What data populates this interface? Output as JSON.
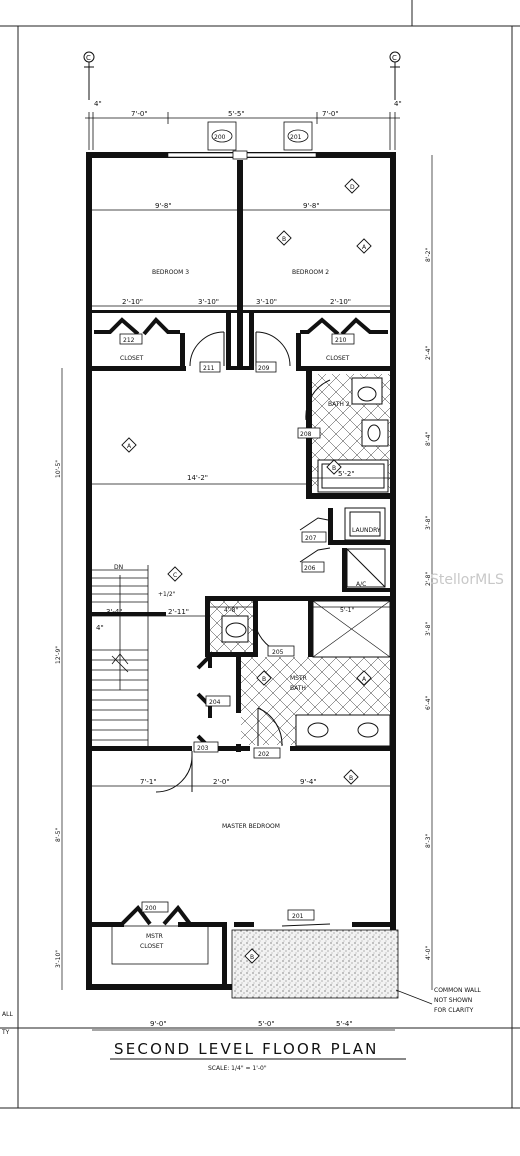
{
  "title": "SECOND LEVEL FLOOR PLAN",
  "scale": "SCALE: 1/4\" = 1'-0\"",
  "watermark": "StellorMLS",
  "section_marker": "C",
  "rooms": {
    "bedroom3": "BEDROOM 3",
    "bedroom2": "BEDROOM 2",
    "closet_left": "CLOSET",
    "closet_right": "CLOSET",
    "bath2": "BATH 2",
    "laundry": "LAUNDRY",
    "ac": "A/C",
    "mstr_bath_1": "MSTR",
    "mstr_bath_2": "BATH",
    "master_bedroom": "MASTER BEDROOM",
    "mstr_closet_1": "MSTR",
    "mstr_closet_2": "CLOSET",
    "stair_dn": "DN"
  },
  "tags": {
    "w200": "200",
    "w201": "201",
    "d212": "212",
    "d210": "210",
    "d211": "211",
    "d209": "209",
    "d208": "208",
    "d207": "207",
    "d206": "206",
    "d205": "205",
    "d204": "204",
    "d203": "203",
    "d202": "202",
    "w200b": "200",
    "w201b": "201"
  },
  "markers": [
    "A",
    "B",
    "C",
    "D"
  ],
  "dims": {
    "top_left_4": "4\"",
    "top_right_4": "4\"",
    "top_1": "7'-0\"",
    "top_2": "5'-5\"",
    "top_3": "7'-0\"",
    "bed3_w": "9'-8\"",
    "bed2_w": "9'-8\"",
    "cl1": "2'-10\"",
    "cl2": "3'-10\"",
    "cl3": "3'-10\"",
    "cl4": "2'-10\"",
    "hall_w": "14'-2\"",
    "bath_w": "5'-2\"",
    "stair_1": "3'-4\"",
    "stair_2": "2'-11\"",
    "stair_3": "4\"",
    "step": "+1/2\"",
    "wc_w": "4'-8\"",
    "shower_w": "5'-1\"",
    "mbr_1": "7'-1\"",
    "mbr_2": "2'-0\"",
    "mbr_3": "9'-4\"",
    "bot_1": "9'-0\"",
    "bot_2": "5'-0\"",
    "bot_3": "5'-4\"",
    "r1": "8'-2\"",
    "r2": "2'-4\"",
    "r3": "8'-4\"",
    "r4": "3'-8\"",
    "r5": "2'-8\"",
    "r6": "3'-8\"",
    "r7": "6'-4\"",
    "r8": "8'-3\"",
    "r9": "4'-0\"",
    "l1": "10'-5\"",
    "l2": "12'-9\"",
    "l3": "8'-5\"",
    "l4": "3'-10\""
  },
  "notes": {
    "common_wall_1": "COMMON WALL",
    "common_wall_2": "NOT SHOWN",
    "common_wall_3": "FOR CLARITY",
    "left_edge_1": "ALL",
    "left_edge_2": "TY"
  }
}
